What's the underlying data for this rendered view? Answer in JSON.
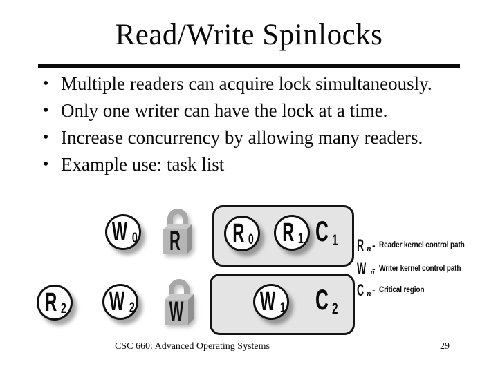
{
  "slide": {
    "title": "Read/Write Spinlocks",
    "bullet_icon": "•",
    "bullets": [
      "Multiple readers can acquire lock simultaneously.",
      "Only one writer can have the lock at a time.",
      "Increase concurrency by allowing many readers.",
      "Example use: task list"
    ],
    "footer": {
      "course": "CSC 660: Advanced Operating Systems",
      "page_number": "29"
    }
  },
  "diagram": {
    "nodes": [
      {
        "id": "W0",
        "letter": "W",
        "sub": "0"
      },
      {
        "id": "R0",
        "letter": "R",
        "sub": "0"
      },
      {
        "id": "R1",
        "letter": "R",
        "sub": "1"
      },
      {
        "id": "R2",
        "letter": "R",
        "sub": "2"
      },
      {
        "id": "W2",
        "letter": "W",
        "sub": "2"
      },
      {
        "id": "W1",
        "letter": "W",
        "sub": "1"
      }
    ],
    "locks": [
      {
        "id": "read-lock",
        "letter": "R"
      },
      {
        "id": "write-lock",
        "letter": "W"
      }
    ],
    "regions": [
      {
        "id": "C1",
        "letter": "C",
        "sub": "1"
      },
      {
        "id": "C2",
        "letter": "C",
        "sub": "2"
      }
    ],
    "legend": [
      {
        "symbol": "R",
        "sub": "n",
        "dash": "-",
        "label": "Reader kernel control path"
      },
      {
        "symbol": "W",
        "sub": "n",
        "dash": "-",
        "label": "Writer kernel control path"
      },
      {
        "symbol": "C",
        "sub": "n",
        "dash": "-",
        "label": "Critical region"
      }
    ],
    "colors": {
      "background": "#ffffff",
      "text": "#0a0a0a",
      "region_fill": "#e4e4e4",
      "region_border": "#141414",
      "lock_front": "#b6b6b6",
      "lock_side": "#909090",
      "lock_top": "#c9c9c9",
      "lock_shackle": "#a8a8a8",
      "shadow": "rgba(0,0,0,0.35)"
    }
  }
}
